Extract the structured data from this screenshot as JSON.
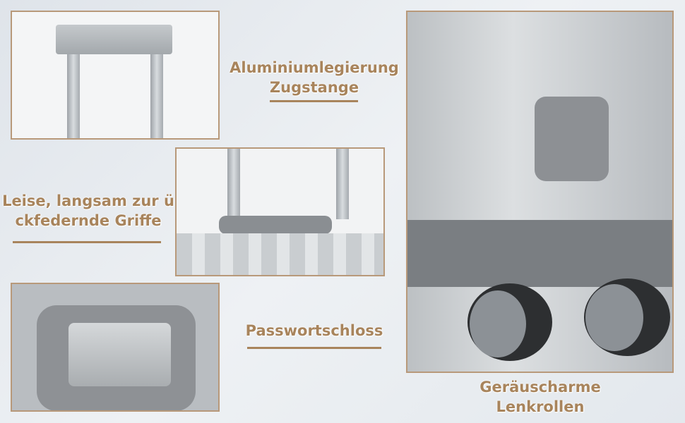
{
  "labels": {
    "handle": [
      "Aluminiumlegierung",
      "Zugstange"
    ],
    "grip": [
      "Leise, langsam zur ü",
      "ckfedernde Griffe"
    ],
    "lock": "Passwortschloss",
    "wheels": [
      "Geräuscharme",
      "Lenkrollen"
    ]
  },
  "colors": {
    "accent": "#a8845c",
    "frame": "#b8997a"
  }
}
